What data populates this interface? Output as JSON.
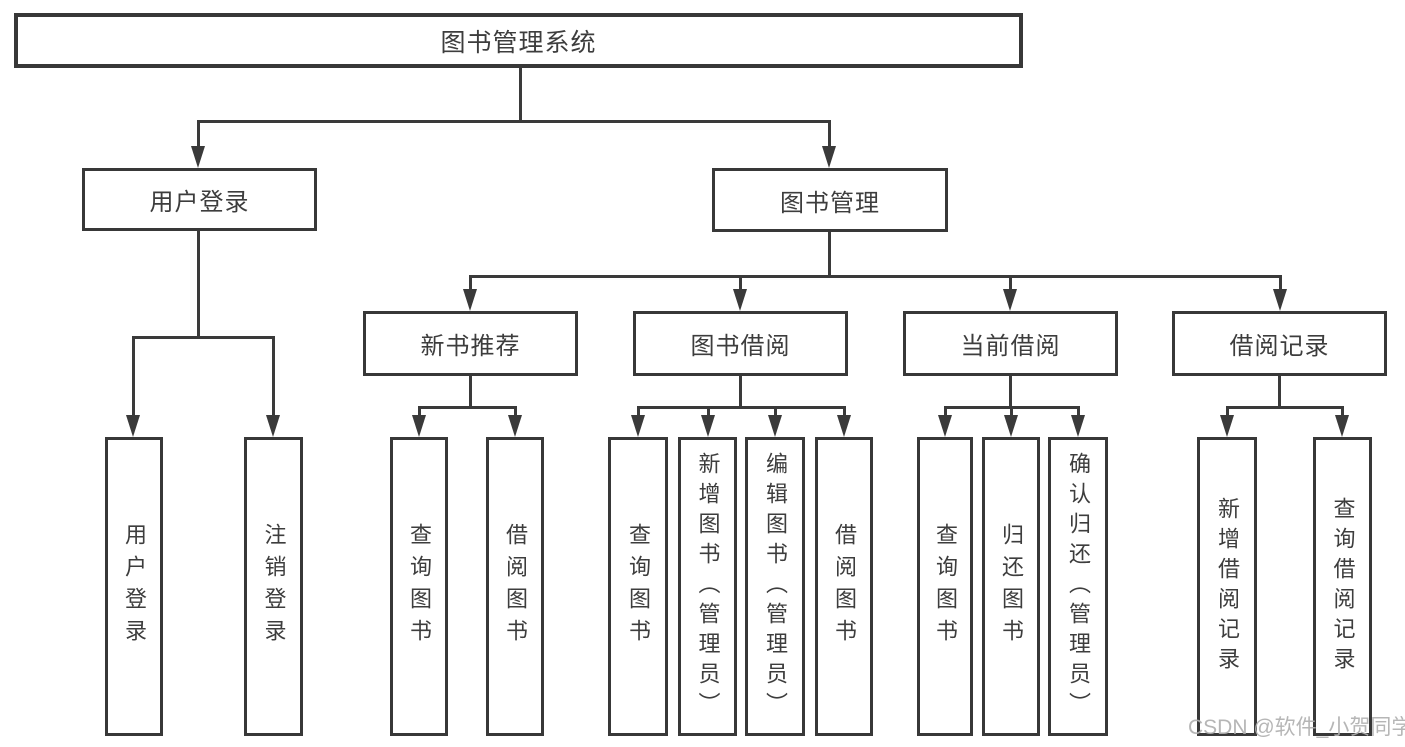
{
  "tree": {
    "root": {
      "label": "图书管理系统"
    },
    "branches": [
      {
        "label": "用户登录",
        "children": [
          {
            "label": "用户登录"
          },
          {
            "label": "注销登录"
          }
        ]
      },
      {
        "label": "图书管理",
        "children": [
          {
            "label": "新书推荐",
            "children": [
              {
                "label": "查询图书"
              },
              {
                "label": "借阅图书"
              }
            ]
          },
          {
            "label": "图书借阅",
            "children": [
              {
                "label": "查询图书"
              },
              {
                "label": "新增图书（管理员）"
              },
              {
                "label": "编辑图书（管理员）"
              },
              {
                "label": "借阅图书"
              }
            ]
          },
          {
            "label": "当前借阅",
            "children": [
              {
                "label": "查询图书"
              },
              {
                "label": "归还图书"
              },
              {
                "label": "确认归还（管理员）"
              }
            ]
          },
          {
            "label": "借阅记录",
            "children": [
              {
                "label": "新增借阅记录"
              },
              {
                "label": "查询借阅记录"
              }
            ]
          }
        ]
      }
    ]
  },
  "watermark": {
    "text": "CSDN @软件_小贺同学"
  },
  "colors": {
    "line": "#3a3a3a",
    "text": "#3d3d3d",
    "watermark": "#b0b0b0",
    "background": "#ffffff"
  }
}
